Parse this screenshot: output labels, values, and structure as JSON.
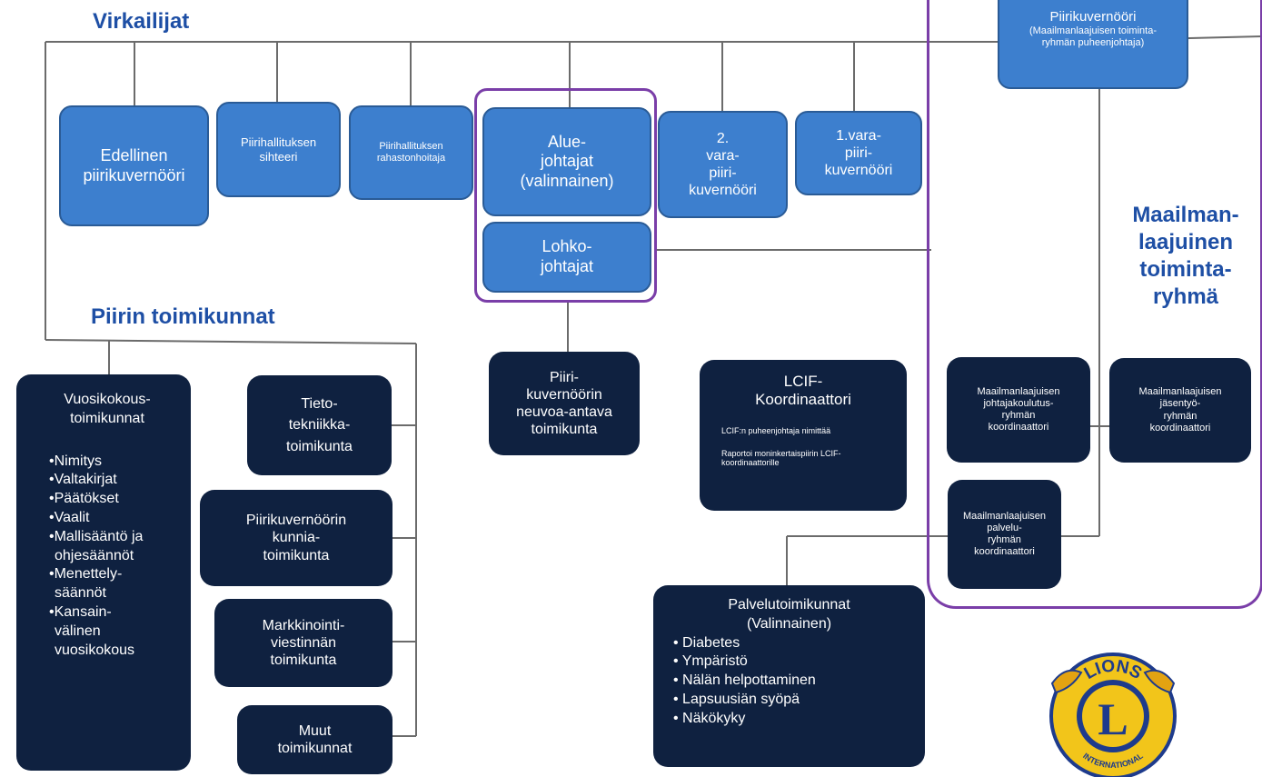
{
  "headings": {
    "officers": "Virkailijat",
    "committees": "Piirin toimikunnat",
    "global_team": [
      "Maailman-",
      "laajuinen",
      "toiminta-",
      "ryhmä"
    ]
  },
  "officers": {
    "governor": {
      "title": "Piirikuvernööri",
      "sub": [
        "(Maailmanlaajuisen toiminta-",
        "ryhmän puheenjohtaja)"
      ]
    },
    "past_governor": [
      "Edellinen",
      "piirikuvernööri"
    ],
    "secretary": [
      "Piirihallituksen",
      "sihteeri"
    ],
    "treasurer": [
      "Piirihallituksen",
      "rahastonhoitaja"
    ],
    "region_chairs": [
      "Alue-",
      "johtajat",
      "(valinnainen)"
    ],
    "zone_chairs": [
      "Lohko-",
      "johtajat"
    ],
    "second_vice": [
      "2.",
      "vara-",
      "piiri-",
      "kuvernööri"
    ],
    "first_vice": [
      "1.vara-",
      "piiri-",
      "kuvernööri"
    ]
  },
  "committees": {
    "convention": {
      "title": [
        "Vuosikokous-",
        "toimikunnat"
      ],
      "items": [
        "•Nimitys",
        "•Valtakirjat",
        "•Päätökset",
        "•Vaalit",
        "•Mallisääntö ja",
        "ohjesäännöt",
        "•Menettely-",
        "säännöt",
        "•Kansain-",
        "välinen",
        "vuosikokous"
      ]
    },
    "it": [
      "Tieto-",
      "tekniikka-",
      "toimikunta"
    ],
    "honors": [
      "Piirikuvernöörin",
      "kunnia-",
      "toimikunta"
    ],
    "marketing": [
      "Markkinointi-",
      "viestinnän",
      "toimikunta"
    ],
    "other": [
      "Muut",
      "toimikunnat"
    ],
    "advisory": [
      "Piiri-",
      "kuvernöörin",
      "neuvoa-antava",
      "toimikunta"
    ],
    "lcif": {
      "title": [
        "LCIF-",
        "Koordinaattori"
      ],
      "note1": "LCIF:n puheenjohtaja nimittää",
      "note2": [
        "Raportoi moninkertaispiirin LCIF-",
        "koordinaattorille"
      ]
    },
    "service": {
      "title": [
        "Palvelutoimikunnat",
        "(Valinnainen)"
      ],
      "items": [
        "•  Diabetes",
        "•  Ympäristö",
        "•  Nälän helpottaminen",
        "•  Lapsuusiän syöpä",
        "•  Näkökyky"
      ]
    }
  },
  "global": {
    "leadership": [
      "Maailmanlaajuisen",
      "johtajakoulutus-",
      "ryhmän",
      "koordinaattori"
    ],
    "membership": [
      "Maailmanlaajuisen",
      "jäsentyö-",
      "ryhmän",
      "koordinaattori"
    ],
    "service": [
      "Maailmanlaajuisen",
      "palvelu-",
      "ryhmän",
      "koordinaattori"
    ]
  },
  "logo": {
    "top": "LIONS",
    "letter": "L",
    "bottom": "INTERNATIONAL"
  },
  "colors": {
    "officer_box": "#3d7fce",
    "committee_box": "#0f2140",
    "heading": "#1e4fa5",
    "frame": "#7a3ea8",
    "connector": "#6b6b6b"
  }
}
